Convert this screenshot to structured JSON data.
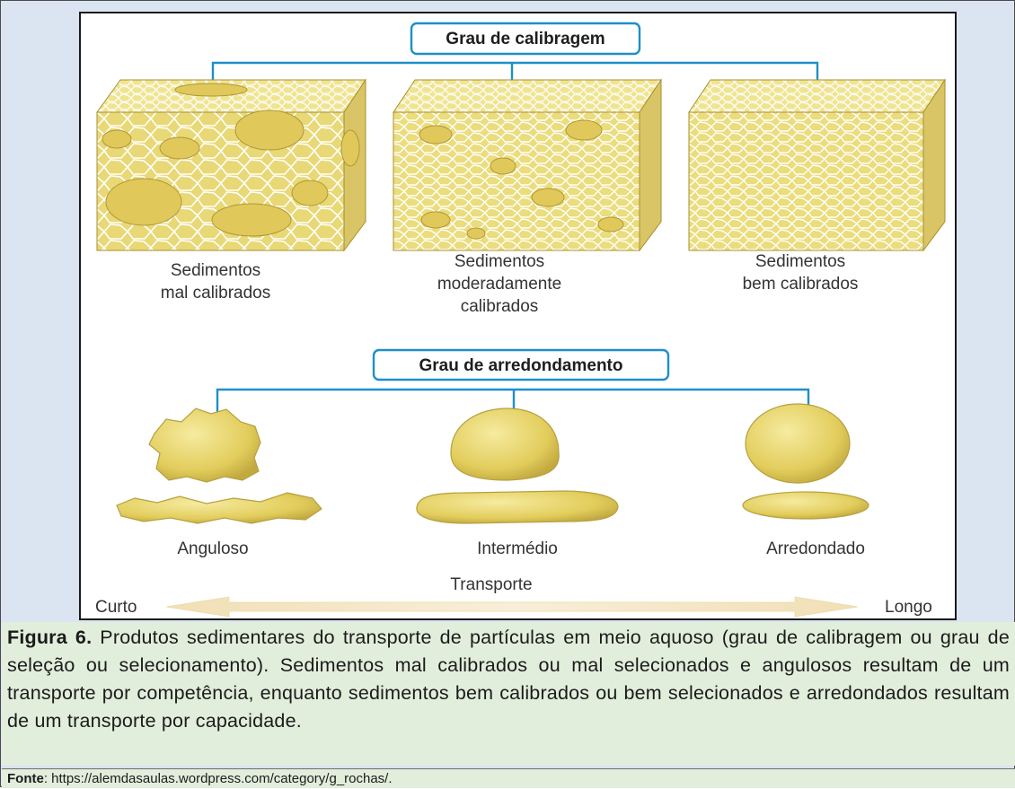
{
  "diagram": {
    "heading_top": "Grau de calibragem",
    "heading_bottom": "Grau de arredondamento",
    "blocks": [
      {
        "label_lines": [
          "Sedimentos",
          "mal calibrados"
        ]
      },
      {
        "label_lines": [
          "Sedimentos",
          "moderadamente",
          "calibrados"
        ]
      },
      {
        "label_lines": [
          "Sedimentos",
          "bem calibrados"
        ]
      }
    ],
    "grains": [
      {
        "label": "Anguloso"
      },
      {
        "label": "Intermédio"
      },
      {
        "label": "Arredondado"
      }
    ],
    "transport_label": "Transporte",
    "arrow_left": "Curto",
    "arrow_right": "Longo",
    "colors": {
      "grain": "#e6d36a",
      "grain_dark": "#c9b24a",
      "line": "#1f8fc8",
      "arrow": "#f5e6c2"
    }
  },
  "caption": {
    "figure_label": "Figura 6.",
    "text": " Produtos sedimentares do transporte de partículas em meio aquoso (grau de calibragem ou grau de seleção ou selecionamento). Sedimentos mal calibrados ou mal selecionados e angulosos resultam de um transporte por competência, enquanto sedimentos bem calibrados ou bem selecionados e arredondados resultam de um transporte por capacidade."
  },
  "source": {
    "label": "Fonte",
    "text": ": https://alemdasaulas.wordpress.com/category/g_rochas/."
  }
}
